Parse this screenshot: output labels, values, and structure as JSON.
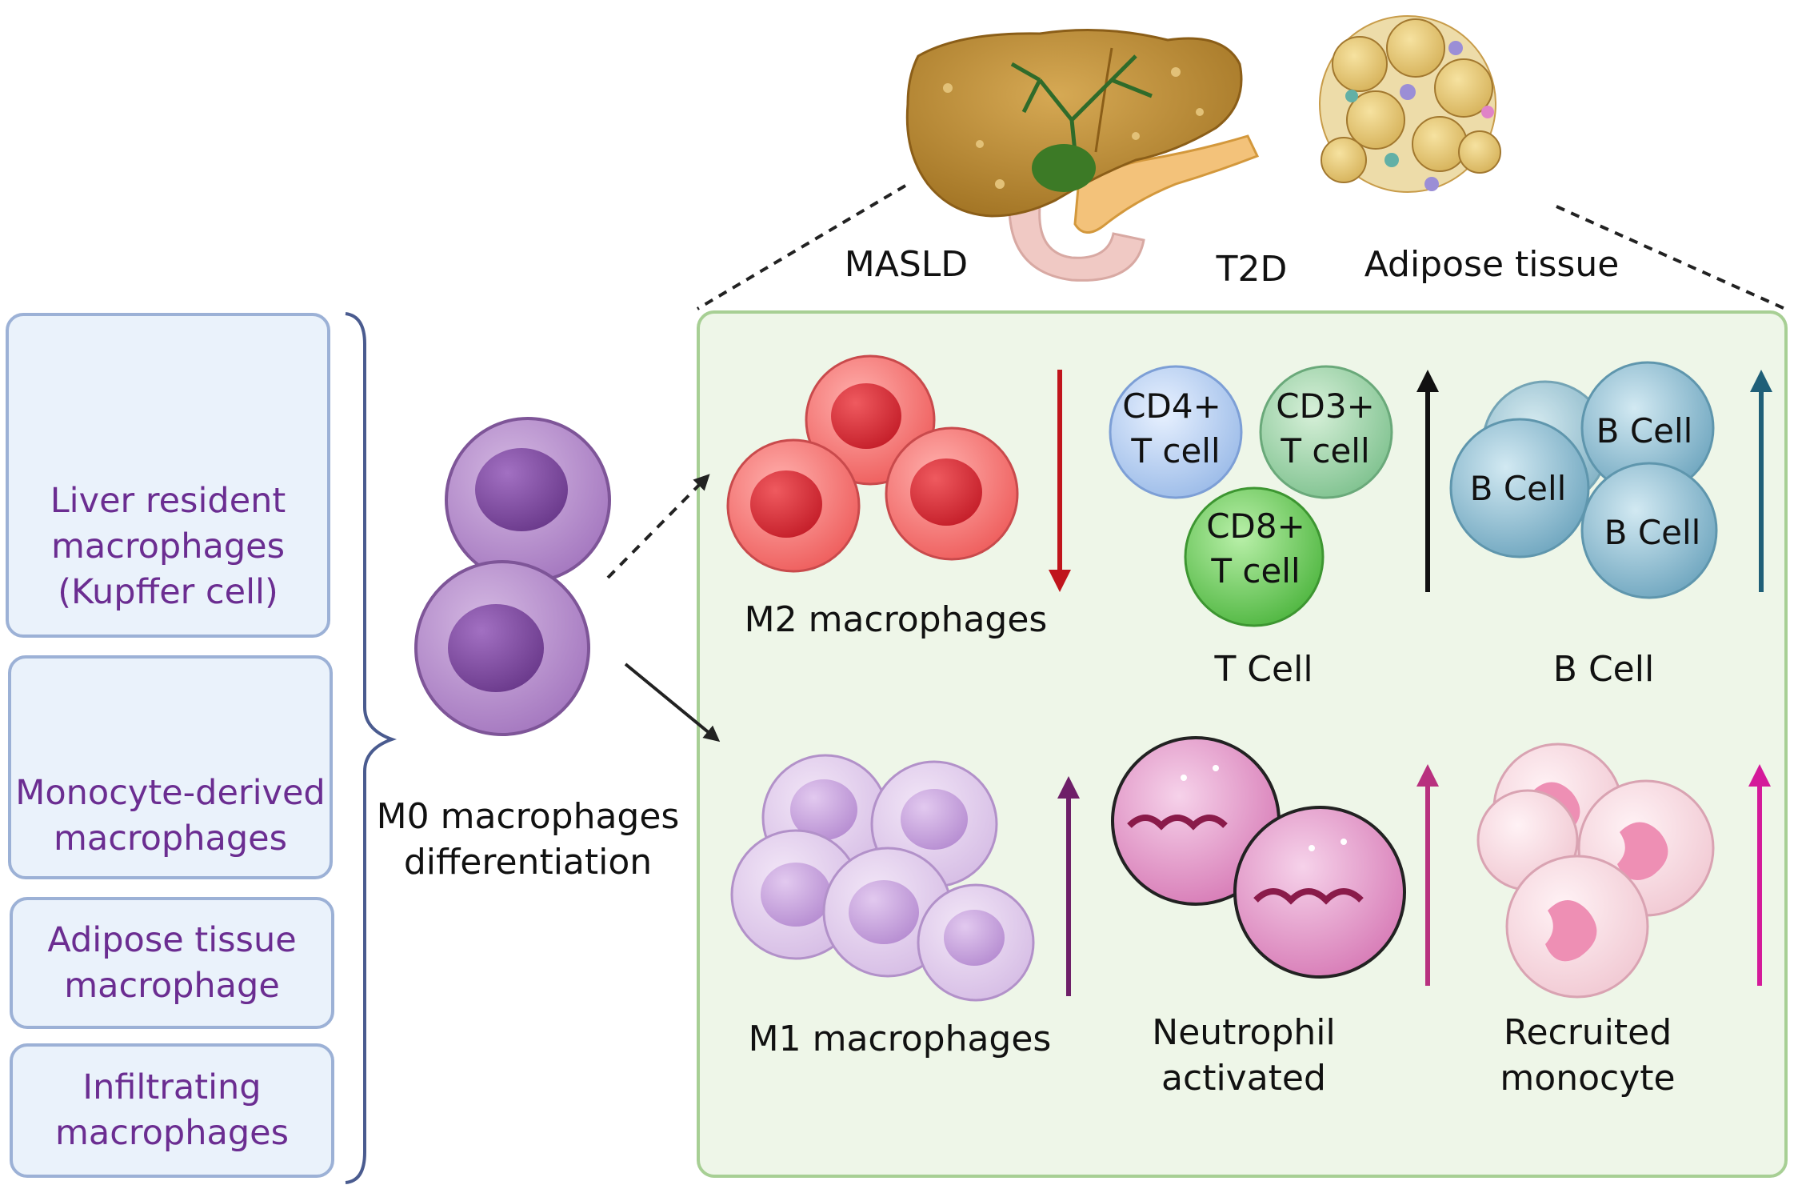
{
  "left_panel": {
    "boxes": [
      {
        "lines": [
          "Liver resident",
          "macrophages",
          "(Kupffer cell)"
        ]
      },
      {
        "lines": [
          "Monocyte-derived",
          "macrophages"
        ]
      },
      {
        "lines": [
          "Adipose tissue",
          "macrophage"
        ]
      },
      {
        "lines": [
          "Infiltrating",
          "macrophages"
        ]
      }
    ]
  },
  "center": {
    "label_lines": [
      "M0 macrophages",
      "differentiation"
    ]
  },
  "top": {
    "masld": "MASLD",
    "t2d": "T2D",
    "adipose": "Adipose tissue"
  },
  "cells": {
    "m2": "M2 macrophages",
    "t_cell": "T Cell",
    "b_cell": "B Cell",
    "m1": "M1 macrophages",
    "neutrophil_lines": [
      "Neutrophil",
      "activated"
    ],
    "monocyte_lines": [
      "Recruited",
      "monocyte"
    ],
    "t_subsets": [
      {
        "line1": "CD4+",
        "line2": "T cell"
      },
      {
        "line1": "CD3+",
        "line2": "T cell"
      },
      {
        "line1": "CD8+",
        "line2": "T cell"
      }
    ],
    "b_cells": [
      "B Cell",
      "B Cell",
      "B Cell"
    ]
  },
  "trend_arrows": [
    {
      "cell": "M2 macrophages",
      "direction": "down",
      "color": "#c0141c"
    },
    {
      "cell": "T Cell",
      "direction": "up",
      "color": "#111111"
    },
    {
      "cell": "B Cell",
      "direction": "up",
      "color": "#1f5f78"
    },
    {
      "cell": "M1 macrophages",
      "direction": "up",
      "color": "#6e1f68"
    },
    {
      "cell": "Neutrophil activated",
      "direction": "up",
      "color": "#b8317f"
    },
    {
      "cell": "Recruited monocyte",
      "direction": "up",
      "color": "#d41a9a"
    }
  ]
}
